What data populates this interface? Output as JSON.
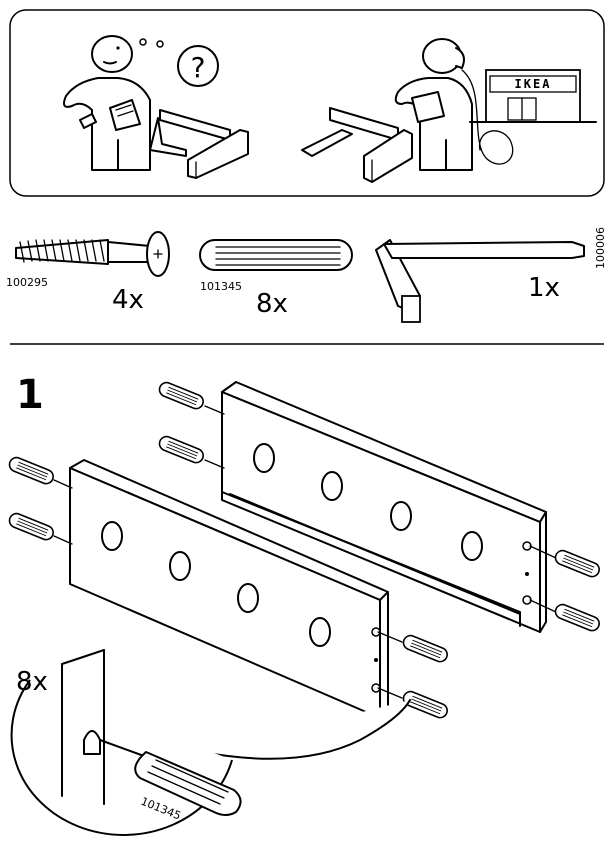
{
  "support_panel": {
    "question_glyph": "?",
    "store_sign": "IKEA",
    "icons": [
      "confused-person-icon",
      "phone-call-person-icon",
      "store-icon"
    ]
  },
  "parts": [
    {
      "code": "100295",
      "qty": "4x",
      "icon": "screw-icon"
    },
    {
      "code": "101345",
      "qty": "8x",
      "icon": "wooden-dowel-icon"
    },
    {
      "code": "100006",
      "qty": "1x",
      "icon": "allen-key-icon"
    }
  ],
  "step": {
    "number": "1",
    "detail_qty": "8x",
    "detail_code": "101345"
  },
  "colors": {
    "line": "#000000",
    "background": "#ffffff"
  }
}
